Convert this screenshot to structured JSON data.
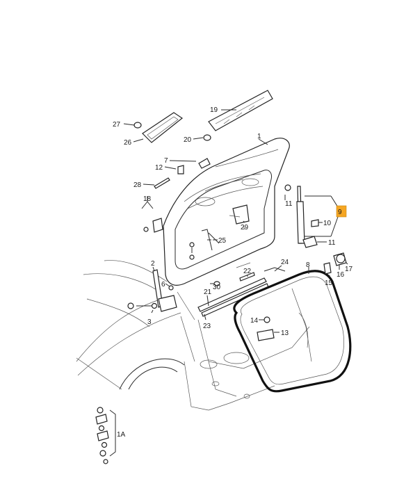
{
  "parts": [
    {
      "id": "l1",
      "text": "1"
    },
    {
      "id": "l2",
      "text": "2"
    },
    {
      "id": "l3",
      "text": "3"
    },
    {
      "id": "l6",
      "text": "6"
    },
    {
      "id": "l7",
      "text": "7"
    },
    {
      "id": "l8",
      "text": "8"
    },
    {
      "id": "l9",
      "text": "9"
    },
    {
      "id": "l10",
      "text": "10"
    },
    {
      "id": "l11a",
      "text": "11"
    },
    {
      "id": "l11b",
      "text": "11"
    },
    {
      "id": "l12",
      "text": "12"
    },
    {
      "id": "l13",
      "text": "13"
    },
    {
      "id": "l14",
      "text": "14"
    },
    {
      "id": "l15",
      "text": "15"
    },
    {
      "id": "l16",
      "text": "16"
    },
    {
      "id": "l17",
      "text": "17"
    },
    {
      "id": "l18",
      "text": "18"
    },
    {
      "id": "l19",
      "text": "19"
    },
    {
      "id": "l20",
      "text": "20"
    },
    {
      "id": "l21",
      "text": "21"
    },
    {
      "id": "l22",
      "text": "22"
    },
    {
      "id": "l23",
      "text": "23"
    },
    {
      "id": "l24",
      "text": "24"
    },
    {
      "id": "l25",
      "text": "25"
    },
    {
      "id": "l26",
      "text": "26"
    },
    {
      "id": "l27",
      "text": "27"
    },
    {
      "id": "l28",
      "text": "28"
    },
    {
      "id": "l29",
      "text": "29"
    },
    {
      "id": "l30",
      "text": "30"
    },
    {
      "id": "l1A",
      "text": "1A"
    }
  ],
  "highlight_color": "#f5a623",
  "line_color": "#2a2a2a"
}
